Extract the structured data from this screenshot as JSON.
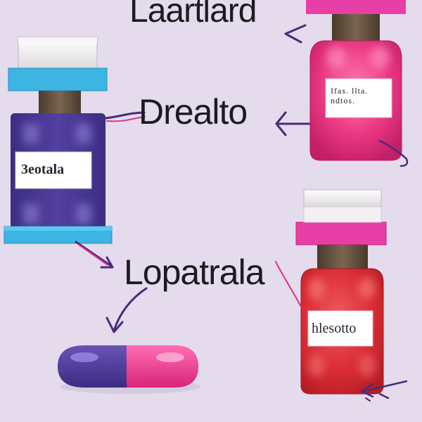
{
  "headings": {
    "top": "Laartlard",
    "middle": "Drealto",
    "bottom": "Lopatrala"
  },
  "bottles": {
    "purple_label": "3eotala",
    "pink_label": "Ifas. llta. ndtos.",
    "red_label": "hlesotto"
  },
  "colors": {
    "background": "#e4dbec",
    "purple_bottle": "#4e3b96",
    "pink_bottle": "#e8327f",
    "red_bottle": "#d92b34",
    "blue_cap": "#3cb5e2",
    "magenta_cap": "#e83fa6",
    "arrow": "#4b2a7a"
  }
}
